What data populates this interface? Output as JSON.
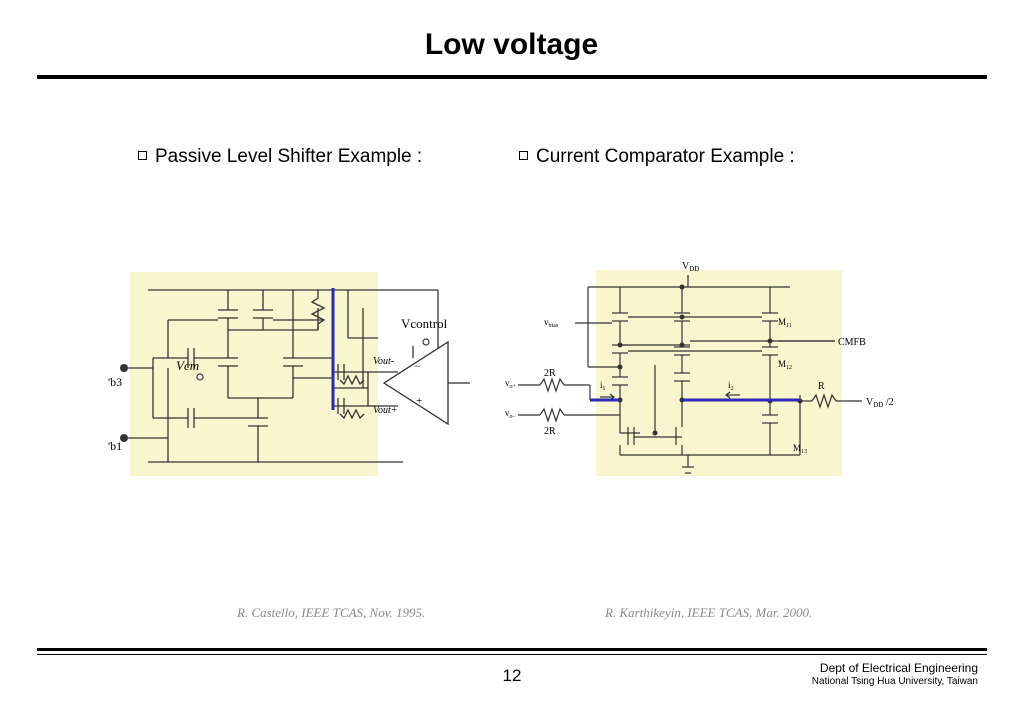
{
  "slide": {
    "title": "Low voltage",
    "page_number": "12",
    "footer": {
      "department": "Dept of Electrical Engineering",
      "university": "National Tsing Hua University, Taiwan"
    }
  },
  "left_example": {
    "heading": "Passive Level Shifter Example :",
    "citation": "R. Castello, IEEE TCAS, Nov. 1995.",
    "labels": {
      "vcontrol": "Vcontrol",
      "vcm": "Vcm",
      "vout_minus": "Vout-",
      "vout_plus": "Vout+",
      "vb3": "'b3",
      "vb1": "'b1",
      "minus_sign": "−",
      "plus_sign": "+"
    }
  },
  "right_example": {
    "heading": "Current Comparator Example :",
    "citation": "R. Karthikeyin, IEEE TCAS, Mar. 2000.",
    "labels": {
      "vdd": "V",
      "vdd_sub": "DD",
      "vbias": "v",
      "vbias_sub": "bias",
      "m11": "M",
      "m11_sub": "11",
      "m12": "M",
      "m12_sub": "12",
      "m13": "M",
      "m13_sub": "13",
      "cmfb": "CMFB",
      "r_top": "2R",
      "r_bottom": "2R",
      "r_right": "R",
      "vo_plus": "v",
      "vo_plus_sub": "o+",
      "vo_minus": "v",
      "vo_minus_sub": "o−",
      "i1": "i",
      "i1_sub": "1",
      "i2": "i",
      "i2_sub": "2",
      "vdd_half": "V",
      "vdd_half_sub": "DD",
      "vdd_half_suffix": " /2"
    }
  },
  "colors": {
    "circuit_background": "#f7f6cf",
    "wire": "#333333",
    "highlight": "#2a2ab8",
    "citation": "#8a8a8a"
  }
}
